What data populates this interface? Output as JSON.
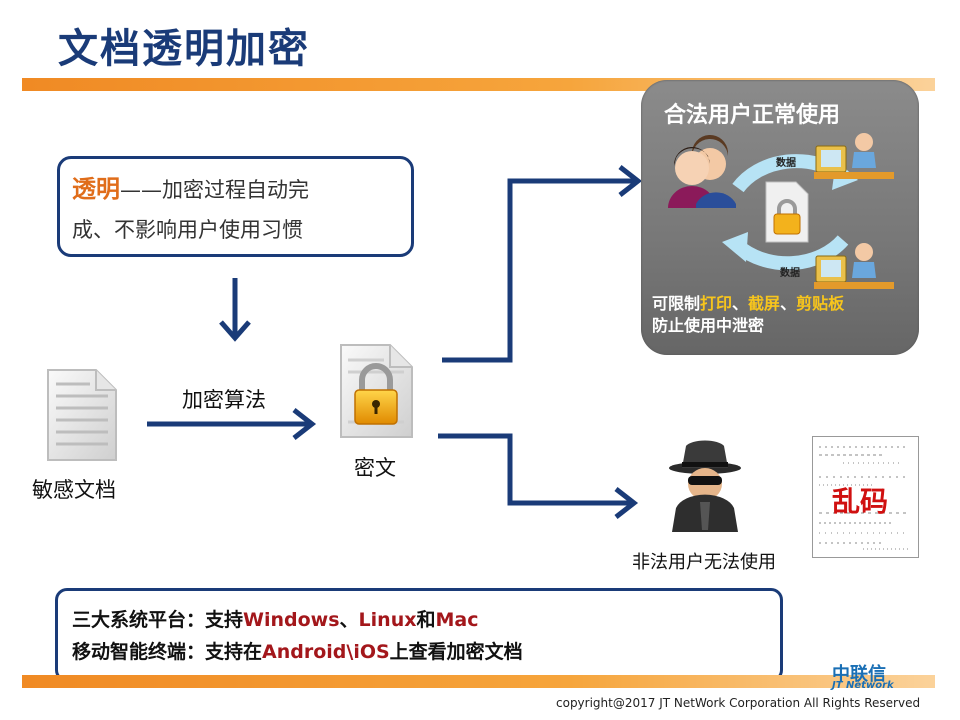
{
  "title": "文档透明加密",
  "transparent_box": {
    "highlight": "透明",
    "line1_rest": "——加密过程自动完",
    "line2": "成、不影响用户使用习惯"
  },
  "labels": {
    "sensitive_doc": "敏感文档",
    "encrypt_algorithm": "加密算法",
    "ciphertext": "密文",
    "illegal_user": "非法用户无法使用",
    "garbled": "乱码"
  },
  "legal_panel": {
    "title": "合法用户正常使用",
    "data_top": "数据",
    "data_bottom": "数据",
    "note_prefix": "可限制",
    "note_print": "打印",
    "note_sep1": "、",
    "note_screenshot": "截屏",
    "note_sep2": "、",
    "note_clipboard": "剪贴板",
    "note_line2": "防止使用中泄密"
  },
  "platforms": {
    "row1_prefix": "三大系统平台：支持",
    "row1_windows": "Windows",
    "row1_sep": "、",
    "row1_linux": "Linux",
    "row1_and": "和",
    "row1_mac": "Mac",
    "row2_prefix": "移动智能终端：支持在",
    "row2_os": "Android\\iOS",
    "row2_suffix": "上查看加密文档"
  },
  "logo": {
    "cn": "中联信",
    "en": "JT Network"
  },
  "copyright": "copyright@2017  JT NetWork Corporation All Rights Reserved",
  "colors": {
    "navy": "#1a3b78",
    "orange": "#f08a24",
    "accent_red": "#a3171b",
    "highlight_yellow": "#f7c51c"
  }
}
